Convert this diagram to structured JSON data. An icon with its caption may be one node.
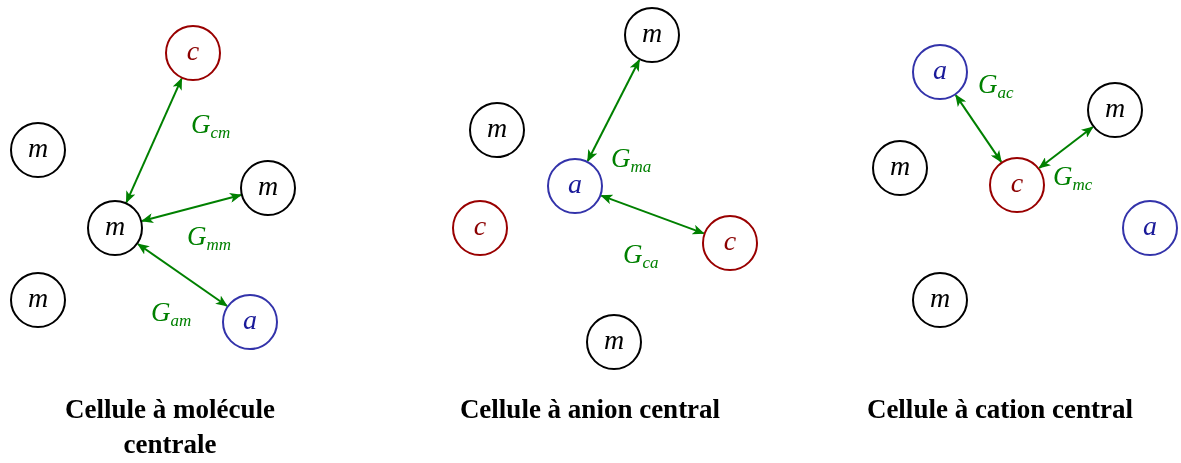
{
  "diagram": {
    "nodes": [
      {
        "text": [
          "c"
        ]
      },
      {
        "text": [
          "m"
        ]
      },
      {
        "text": [
          "m"
        ]
      },
      {
        "text": [
          "m"
        ]
      },
      {
        "text": [
          "m"
        ]
      },
      {
        "text": [
          "a"
        ]
      },
      {
        "text": [
          "m"
        ]
      },
      {
        "text": [
          "m"
        ]
      },
      {
        "text": [
          "a"
        ]
      },
      {
        "text": [
          "c"
        ]
      },
      {
        "text": [
          "c"
        ]
      },
      {
        "text": [
          "m"
        ]
      },
      {
        "text": [
          "a"
        ]
      },
      {
        "text": [
          "m"
        ]
      },
      {
        "text": [
          "m"
        ]
      },
      {
        "text": [
          "c"
        ]
      },
      {
        "text": [
          "a"
        ]
      },
      {
        "text": [
          "m"
        ]
      }
    ],
    "edges": [
      {
        "from": 3,
        "to": 0,
        "arrow": "both",
        "label": "G$_{cm}$"
      },
      {
        "from": 3,
        "to": 2,
        "arrow": "both",
        "label": "G$_{mm}$"
      },
      {
        "from": 3,
        "to": 5,
        "arrow": "both",
        "label": "G$_{am}$"
      },
      {
        "from": 8,
        "to": 6,
        "arrow": "both",
        "label": "G$_{ma}$"
      },
      {
        "from": 8,
        "to": 10,
        "arrow": "both",
        "label": "G$_{ca}$"
      },
      {
        "from": 15,
        "to": 12,
        "arrow": "both",
        "label": "G$_{ac}$"
      },
      {
        "from": 15,
        "to": 13,
        "arrow": "both",
        "label": "G$_{mc}$"
      }
    ],
    "labels": [
      "Cellule à molécule centrale",
      "Cellule à anion central",
      "Cellule à cation central"
    ]
  }
}
